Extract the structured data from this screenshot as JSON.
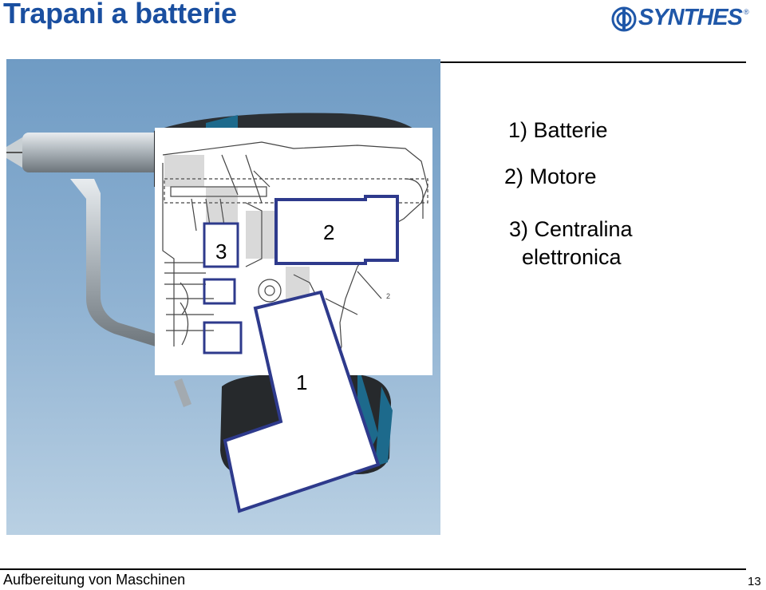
{
  "slide": {
    "title": "Trapani a batterie",
    "logo_text": "SYNTHES",
    "logo_reg": "®",
    "legend": {
      "item1": "1) Batterie",
      "item2": "2) Motore",
      "item3_line1": "3) Centralina",
      "item3_line2": "elettronica"
    },
    "callouts": {
      "c1": "1",
      "c2": "2",
      "c3": "3"
    },
    "drawing_mark": "2",
    "footer": "Aufbereitung von Maschinen",
    "page_number": "13"
  },
  "colors": {
    "title": "#1a4fa0",
    "callout_border": "#2e3a8c",
    "background_photo": "#9cbad3"
  }
}
